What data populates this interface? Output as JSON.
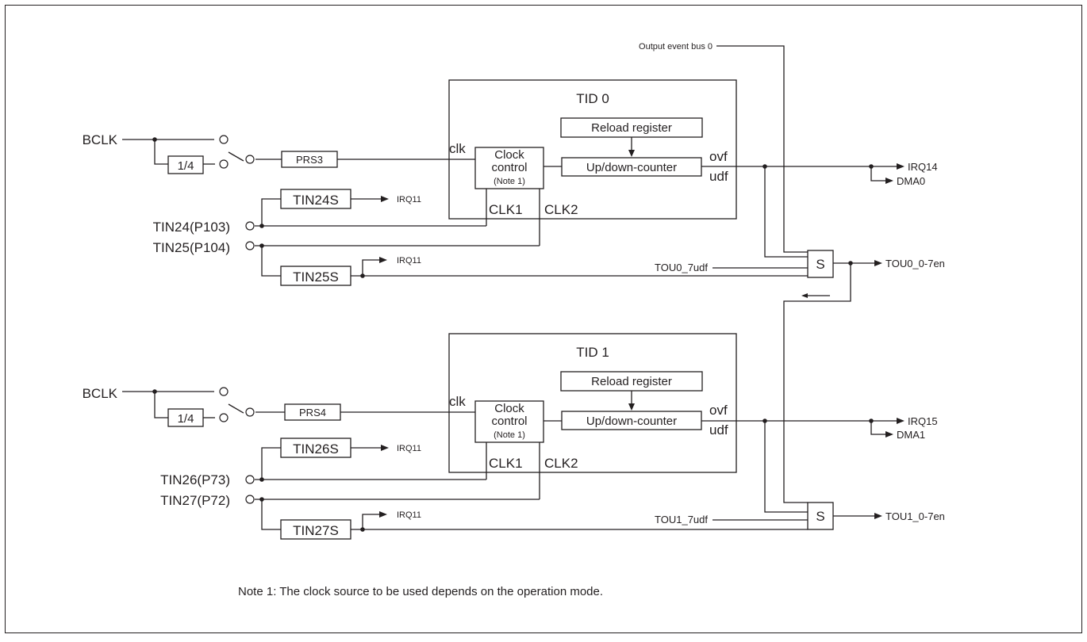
{
  "diagram": {
    "note": "Note 1: The clock source to be used depends on the operation mode.",
    "output_event_bus": "Output event bus 0",
    "selector_label": "S",
    "units": [
      {
        "title": "TID 0",
        "bclk": "BCLK",
        "divider": "1/4",
        "prescaler": "PRS3",
        "clk_label": "clk",
        "clock_control": [
          "Clock",
          "control",
          "(Note 1)"
        ],
        "reload_register": "Reload register",
        "counter": "Up/down-counter",
        "ovf": "ovf",
        "udf": "udf",
        "clk1": "CLK1",
        "clk2": "CLK2",
        "pin_a": "TIN24(P103)",
        "pin_b": "TIN25(P104)",
        "sel_a": "TIN24S",
        "sel_b": "TIN25S",
        "irq_a": "IRQ11",
        "irq_b": "IRQ11",
        "irq_out": "IRQ14",
        "dma_out": "DMA0",
        "udf_in": "TOU0_7udf",
        "enable_out": "TOU0_0-7en"
      },
      {
        "title": "TID 1",
        "bclk": "BCLK",
        "divider": "1/4",
        "prescaler": "PRS4",
        "clk_label": "clk",
        "clock_control": [
          "Clock",
          "control",
          "(Note 1)"
        ],
        "reload_register": "Reload register",
        "counter": "Up/down-counter",
        "ovf": "ovf",
        "udf": "udf",
        "clk1": "CLK1",
        "clk2": "CLK2",
        "pin_a": "TIN26(P73)",
        "pin_b": "TIN27(P72)",
        "sel_a": "TIN26S",
        "sel_b": "TIN27S",
        "irq_a": "IRQ11",
        "irq_b": "IRQ11",
        "irq_out": "IRQ15",
        "dma_out": "DMA1",
        "udf_in": "TOU1_7udf",
        "enable_out": "TOU1_0-7en"
      }
    ]
  }
}
